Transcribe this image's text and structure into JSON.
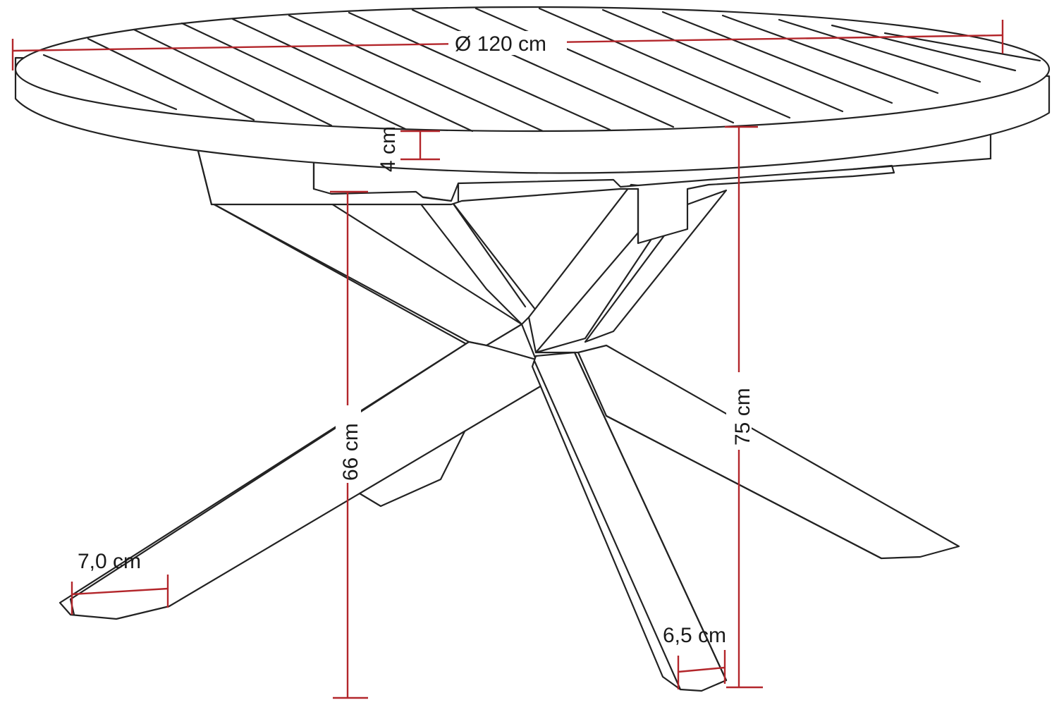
{
  "diagram": {
    "colors": {
      "outline": "#222222",
      "dimension": "#b3262b",
      "background": "#ffffff"
    },
    "dimensions": {
      "diameter": "Ø 120 cm",
      "top_thickness": "4 cm",
      "leg_height": "66 cm",
      "total_height": "75 cm",
      "leg_width_left": "7,0 cm",
      "leg_width_right": "6,5 cm"
    }
  }
}
